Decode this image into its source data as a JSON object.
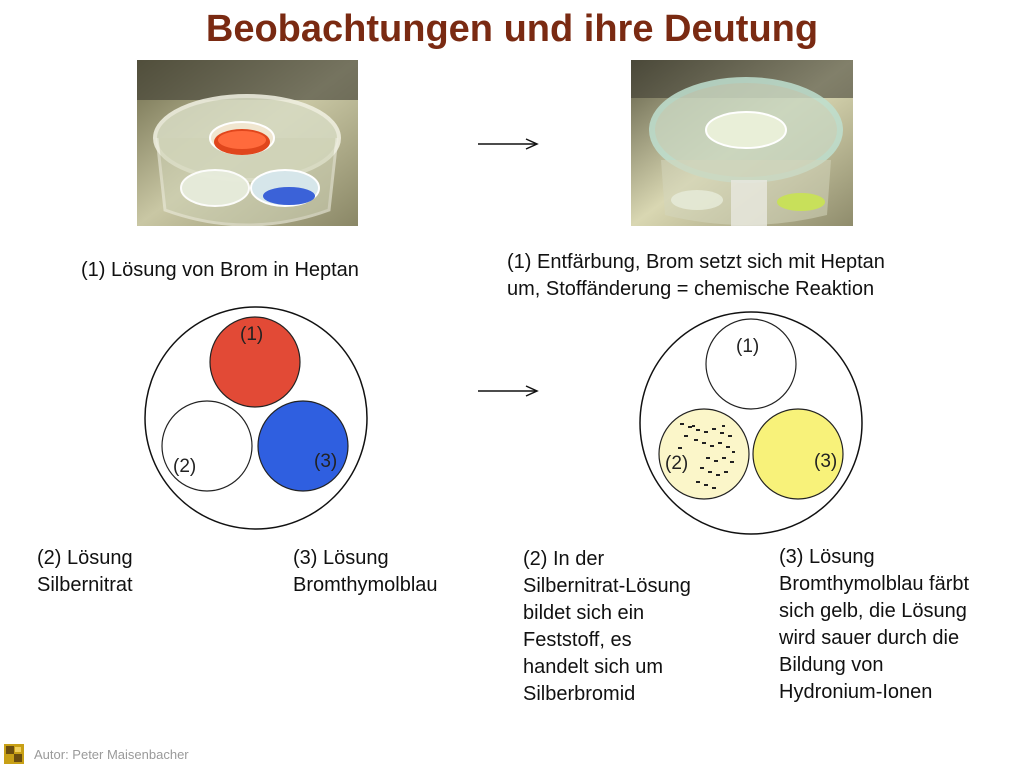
{
  "title": "Beobachtungen und ihre Deutung",
  "left": {
    "caption1": "(1) Lösung von Brom in Heptan",
    "dish_labels": {
      "one": "(1)",
      "two": "(2)",
      "three": "(3)"
    },
    "caption2_lines": [
      "(2) Lösung",
      "Silbernitrat"
    ],
    "caption3_lines": [
      "(3) Lösung",
      "Bromthymolblau"
    ]
  },
  "right": {
    "caption1_lines": [
      "(1) Entfärbung, Brom setzt sich mit Heptan",
      "um, Stoffänderung = chemische Reaktion"
    ],
    "dish_labels": {
      "one": "(1)",
      "two": "(2)",
      "three": "(3)"
    },
    "caption2_lines": [
      "(2) In der",
      "Silbernitrat-Lösung",
      "bildet sich ein",
      "Feststoff, es",
      "handelt sich um",
      "Silberbromid"
    ],
    "caption3_lines": [
      "(3) Lösung",
      "Bromthymolblau färbt",
      "sich gelb, die Lösung",
      "wird sauer durch die",
      "Bildung von",
      "Hydronium-Ionen"
    ]
  },
  "footer": {
    "author": "Autor: Peter Maisenbacher"
  },
  "colors": {
    "title": "#7a2a12",
    "dish_red": "#e24a36",
    "dish_blue": "#2f5fe0",
    "dish_pale_yellow": "#fbf6c9",
    "dish_yellow": "#f8f27a"
  },
  "icons": [
    "arrow-right-icon",
    "author-logo-icon"
  ]
}
